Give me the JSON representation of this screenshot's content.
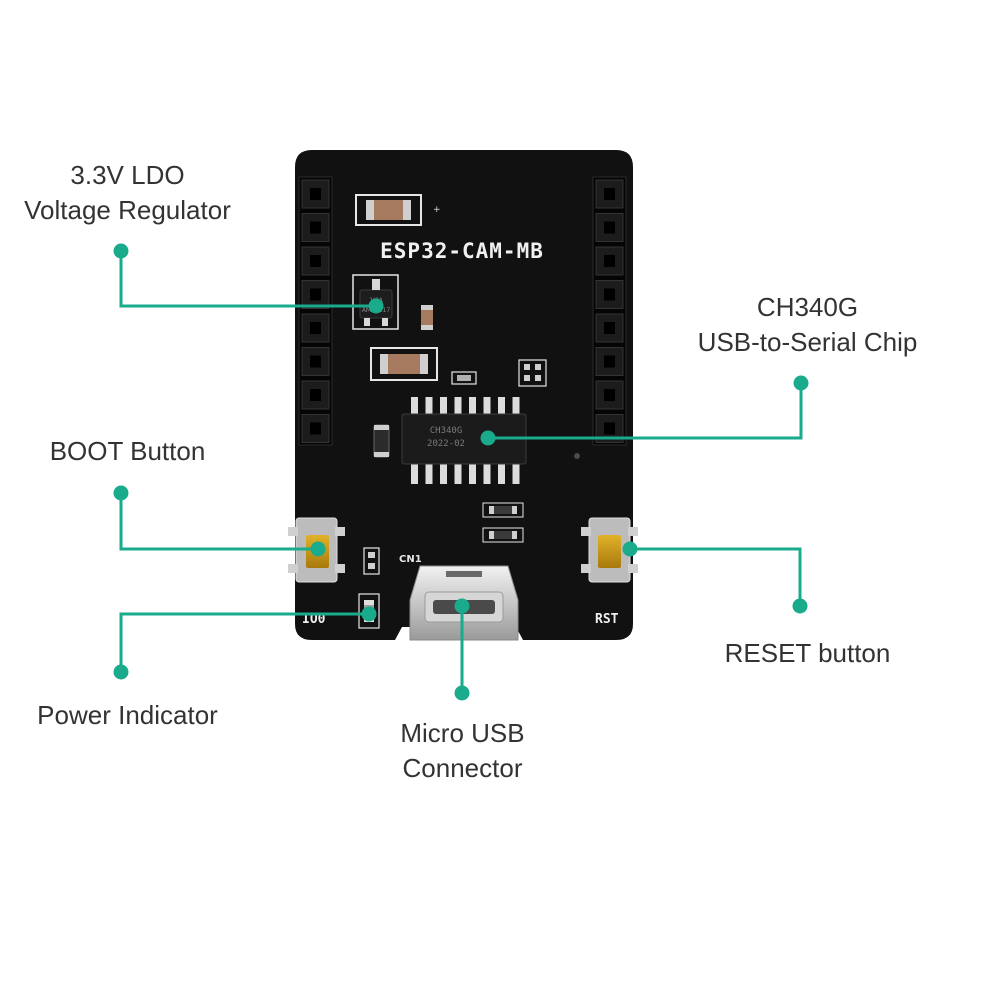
{
  "accent_color": "#1aaa8c",
  "board": {
    "silkscreen_title": "ESP32-CAM-MB",
    "rst_marking": "RST",
    "io0_marking": "IO0",
    "cn1_marking": "CN1",
    "chip_marking_line1": "CH340G",
    "chip_marking_line2": "2022-02",
    "regulator_marking_line1": "1J3A",
    "regulator_marking_line2": "AMS1117"
  },
  "callouts": {
    "ldo_line1": "3.3V LDO",
    "ldo_line2": "Voltage Regulator",
    "ch340_line1": "CH340G",
    "ch340_line2": "USB-to-Serial Chip",
    "boot": "BOOT Button",
    "reset": "RESET button",
    "power": "Power Indicator",
    "usb_line1": "Micro USB",
    "usb_line2": "Connector"
  }
}
